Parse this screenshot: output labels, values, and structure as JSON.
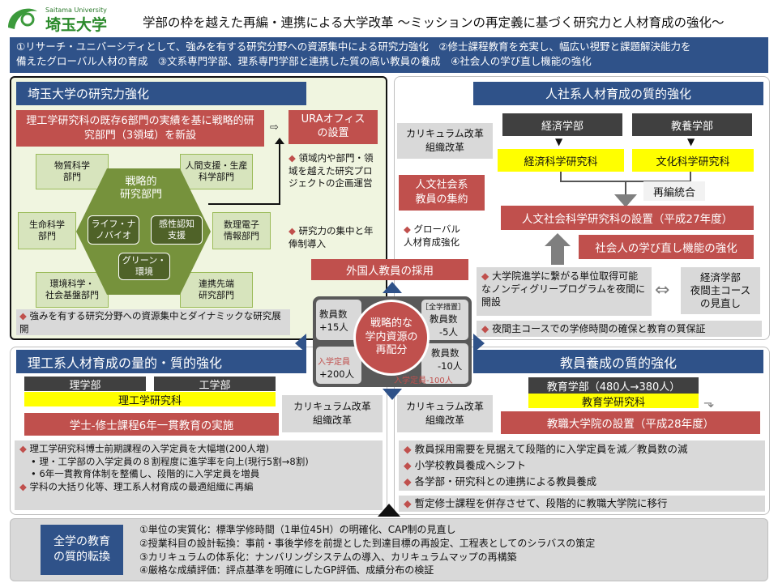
{
  "header": {
    "logo_sub": "Saitama University",
    "logo_main": "埼玉大学",
    "title": "学部の枠を越えた再編・連携による大学改革 〜ミッションの再定義に基づく研究力と人材育成の強化〜"
  },
  "mission": {
    "line1": "①リサーチ・ユニバーシティとして、強みを有する研究分野への資源集中による研究力強化　②修士課程教育を充実し、幅広い視野と課題解決能力を",
    "line2": "備えたグローバル人材の育成　③文系専門学部、理系専門学部と連携した質の高い教員の養成　④社会人の学び直し機能の強化"
  },
  "research": {
    "title": "埼玉大学の研究力強化",
    "lead": "理工学研究科の既存6部門の実績を基に戦略的研究部門（3領域）を新設",
    "cells": {
      "tl": "物質科学\n部門",
      "tr": "人間支援・生産\n科学部門",
      "ml": "生命科学\n部門",
      "mr": "数理電子\n情報部門",
      "bl": "環境科学・\n社会基盤部門",
      "br": "連携先端\n研究部門"
    },
    "center": "戦略的\n研究部門",
    "inner": {
      "a": "ライフ・ナ\nノバイオ",
      "b": "感性認知\n支援",
      "c": "グリーン・\n環境"
    },
    "ura": "URAオフィス\nの設置",
    "ura_b1": "領域内や部門・領域を越えた研究プロジェクトの企画運営",
    "ura_b2": "研究力の集中と年俸制導入",
    "note": "強みを有する研究分野への資源集中とダイナミックな研究展開"
  },
  "humanities": {
    "title": "人社系人材育成の質的強化",
    "curr": "カリキュラム改革\n組織改革",
    "faculty": "人文社会系\n教員の集約",
    "global": "グローバル\n人材育成強化",
    "d1": "経済学部",
    "d2": "教養学部",
    "g1": "経済科学研究科",
    "g2": "文化科学研究科",
    "merge": "再編統合",
    "new": "人文社会科学研究科の設置（平成27年度）",
    "adult": "社会人の学び直し機能の強化",
    "nd": "大学院進学に繋がる単位取得可能なノンディグリープログラムを夜間に開設",
    "night": "経済学部\n夜間主コース\nの見直し",
    "night_b": "夜間主コースでの学修時間の確保と教育の質保証"
  },
  "center": {
    "foreign": "外国人教員の採用",
    "circle": "戦略的な\n学内資源の\n再配分",
    "tl1": "教員数",
    "tl2": "+15人",
    "all": "［全学措置］",
    "tr1": "教員数",
    "tr2": "-5人",
    "bl1": "入学定員",
    "bl2": "+200人",
    "br1": "教員数",
    "br2": "-10人",
    "br3": "入学定員-100人"
  },
  "science": {
    "title": "理工系人材育成の量的・質的強化",
    "d1": "理学部",
    "d2": "工学部",
    "grad": "理工学研究科",
    "prog": "学士-修士課程6年一貫教育の実施",
    "curr": "カリキュラム改革\n組織改革",
    "b1": "理工学研究科博士前期課程の入学定員を大幅増(200人増)",
    "b2": "理・工学部の入学定員の８割程度に進学率を向上(現行5割→8割)",
    "b3": "6年一貫教育体制を整備し、段階的に入学定員を増員",
    "b4": "学科の大括り化等、理工系人材育成の最適組織に再編"
  },
  "teacher": {
    "title": "教員養成の質的強化",
    "curr": "カリキュラム改革\n組織改革",
    "dept": "教育学部（480人→380人）",
    "grad": "教育学研究科",
    "new": "教職大学院の設置（平成28年度）",
    "b1": "教員採用需要を見据えて段階的に入学定員を減／教員数の減",
    "b2": "小学校教員養成へシフト",
    "b3": "各学部・研究科との連携による教員養成",
    "b4": "暫定修士課程を併存させて、段階的に教職大学院に移行"
  },
  "bottom": {
    "label": "全学の教育\nの質的転換",
    "l1": "①単位の実質化：標準学修時間（1単位45H）の明確化、CAP制の見直し",
    "l2": "②授業科目の設計転換：事前・事後学修を前提とした到達目標の再設定、工程表としてのシラバスの策定",
    "l3": "③カリキュラムの体系化：ナンバリングシステムの導入、カリキュラムマップの再構築",
    "l4": "④厳格な成績評価：評点基準を明確にしたGP評価、成績分布の検証"
  }
}
